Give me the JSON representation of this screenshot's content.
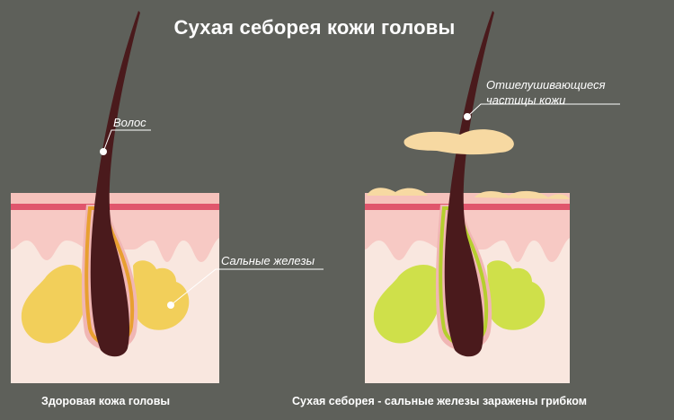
{
  "title": "Сухая себорея кожи головы",
  "labels": {
    "hair": "Волос",
    "glands": "Сальные железы",
    "flakes_line1": "Отшелушивающиеся",
    "flakes_line2": "частицы кожи"
  },
  "captions": {
    "healthy": "Здоровая кожа головы",
    "infected": "Сухая себорея - сальные железы заражены грибком"
  },
  "colors": {
    "background": "#5e605a",
    "skin": "#f9e7df",
    "skin_top": "#f5b8b2",
    "skin_stripe": "#e0556c",
    "dermis": "#f7c9c4",
    "hair": "#4a1a1c",
    "gland_healthy": "#f2cf5a",
    "gland_infected": "#cfe04a",
    "flake": "#f7d9a2"
  }
}
